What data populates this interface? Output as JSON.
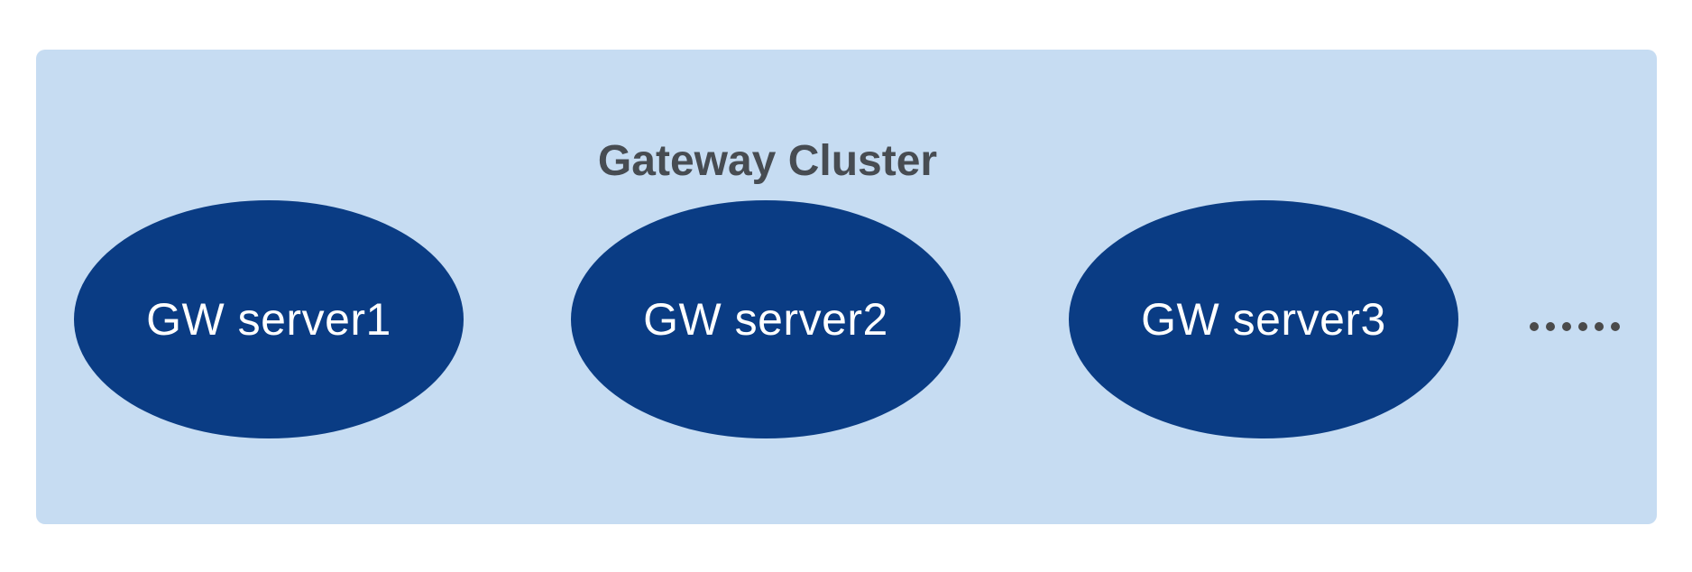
{
  "cluster": {
    "title": "Gateway Cluster",
    "panel_color": "#c6dcf2",
    "title_color": "#474c52",
    "server_color": "#0a3c84",
    "server_text_color": "#ffffff",
    "servers": [
      {
        "label": "GW server1"
      },
      {
        "label": "GW server2"
      },
      {
        "label": "GW server3"
      }
    ],
    "more_indicator": {
      "label": "……",
      "dot_count": 6,
      "dot_color": "#4a4a4a"
    }
  }
}
